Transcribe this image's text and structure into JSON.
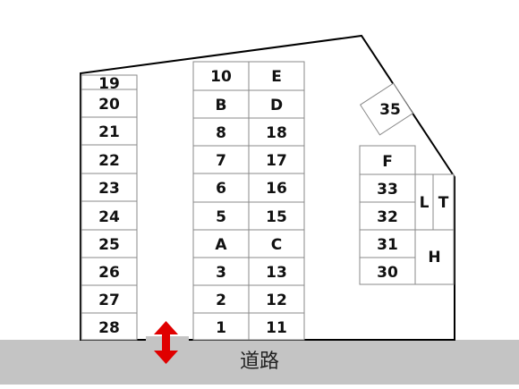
{
  "road": {
    "label": "道路"
  },
  "colors": {
    "road": "#c4c4c4",
    "arrow": "#e00000",
    "outline": "#000000",
    "stall_border": "#8a8a8a"
  },
  "icons": {
    "entrance": "double-arrow-vertical-icon"
  },
  "stalls": {
    "s19": "19",
    "s20": "20",
    "s21": "21",
    "s22": "22",
    "s23": "23",
    "s24": "24",
    "s25": "25",
    "s26": "26",
    "s27": "27",
    "s28": "28",
    "s10": "10",
    "sE": "E",
    "sB": "B",
    "sD": "D",
    "s8": "8",
    "s18": "18",
    "s7": "7",
    "s17": "17",
    "s6": "6",
    "s16": "16",
    "s5": "5",
    "s15": "15",
    "sA": "A",
    "sC": "C",
    "s3": "3",
    "s13": "13",
    "s2": "2",
    "s12": "12",
    "s1": "1",
    "s11": "11",
    "s35": "35",
    "sF": "F",
    "s33": "33",
    "s32": "32",
    "s31": "31",
    "s30": "30",
    "sL": "L",
    "sT": "T",
    "sH": "H"
  }
}
